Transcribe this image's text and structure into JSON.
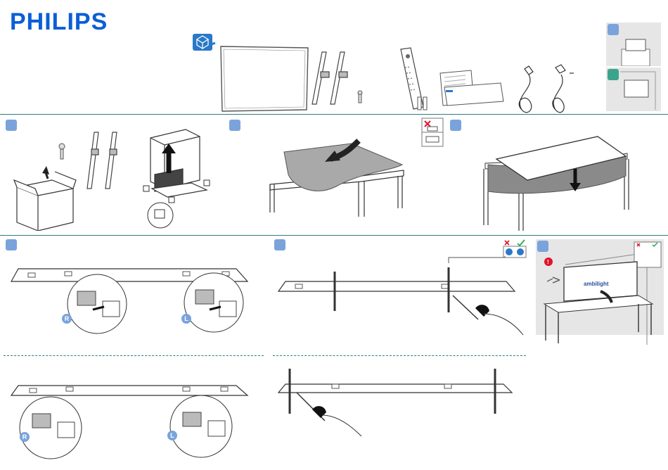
{
  "brand": {
    "logo_text": "PHILIPS",
    "color": "#0b5ed7"
  },
  "steps": {
    "step_left_tag": "R",
    "step_right_tag": "L",
    "ambilight_text": "ambilight"
  },
  "colors": {
    "badge_blue": "#7aa3db",
    "badge_green": "#3aa58a",
    "divider": "#2e7d7a",
    "warning_red": "#e0142c",
    "check_green": "#2aa84a"
  }
}
